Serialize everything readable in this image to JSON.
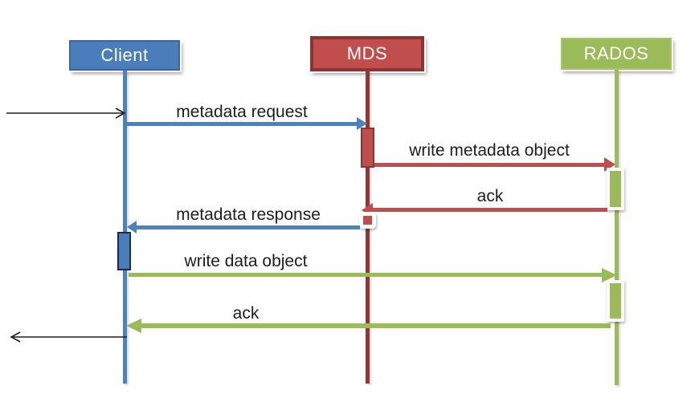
{
  "diagram": {
    "type": "sequence",
    "actors": {
      "client": {
        "label": "Client",
        "fill": "#4a7ebb",
        "lifeline_color": "#4f81bd"
      },
      "mds": {
        "label": "MDS",
        "fill": "#bf4e4c",
        "lifeline_color": "#943634"
      },
      "rados": {
        "label": "RADOS",
        "fill": "#9bbb59",
        "lifeline_color": "#9bbb59"
      }
    },
    "messages": [
      {
        "label": "metadata request",
        "from": "Client",
        "to": "MDS",
        "color": "#4f81bd"
      },
      {
        "label": "write metadata object",
        "from": "MDS",
        "to": "RADOS",
        "color": "#bf4e4c"
      },
      {
        "label": "ack",
        "from": "RADOS",
        "to": "MDS",
        "color": "#bf4e4c"
      },
      {
        "label": "metadata response",
        "from": "MDS",
        "to": "Client",
        "color": "#4f81bd"
      },
      {
        "label": "write data object",
        "from": "Client",
        "to": "RADOS",
        "color": "#9bbb59"
      },
      {
        "label": "ack",
        "from": "RADOS",
        "to": "Client",
        "color": "#9bbb59"
      }
    ],
    "external_arrows": [
      {
        "direction": "in",
        "target": "Client"
      },
      {
        "direction": "out",
        "target": "Client"
      }
    ],
    "colors": {
      "blue_accent": "#4f81bd",
      "red_accent": "#bf4e4c",
      "red_dark": "#943634",
      "green_accent": "#9bbb59",
      "label_text": "#1d1d1d",
      "background": "#ffffff"
    }
  }
}
